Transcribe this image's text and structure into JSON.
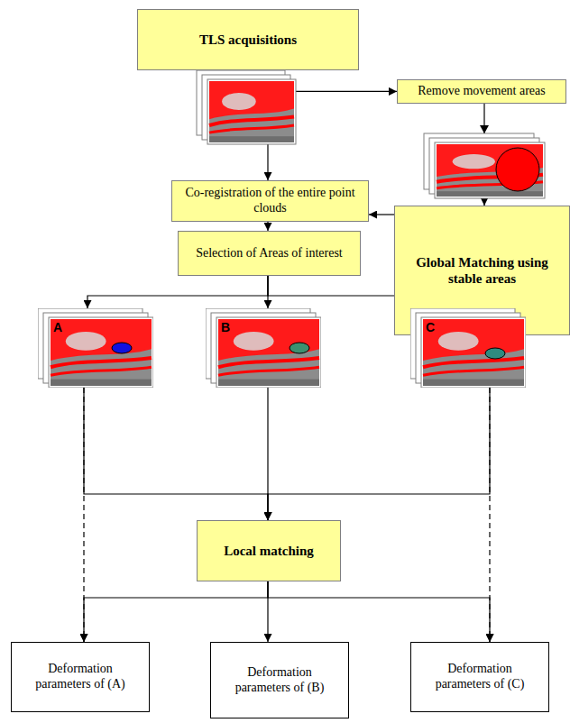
{
  "diagram": {
    "nodes": [
      {
        "text": [
          "TLS acquisitions"
        ]
      },
      {
        "text": [
          "Remove movement areas"
        ]
      },
      {
        "text": [
          "Global Matching using stable areas"
        ]
      },
      {
        "text": [
          "Co-registration of the entire point clouds"
        ]
      },
      {
        "text": [
          "Selection of Areas of interest"
        ]
      },
      {
        "text": [
          "A"
        ]
      },
      {
        "text": [
          "B"
        ]
      },
      {
        "text": [
          "C"
        ]
      },
      {
        "text": [
          "Local matching"
        ]
      },
      {
        "text": [
          "Deformation parameters of (A)"
        ]
      },
      {
        "text": [
          "Deformation parameters of (B)"
        ]
      },
      {
        "text": [
          "Deformation parameters of (C)"
        ]
      }
    ],
    "edges": [
      {
        "from": 0,
        "to": 1,
        "arrow": "to"
      },
      {
        "from": 1,
        "to": 2,
        "arrow": "to"
      },
      {
        "from": 0,
        "to": 3,
        "arrow": "to"
      },
      {
        "from": 2,
        "to": 3,
        "arrow": "to"
      },
      {
        "from": 3,
        "to": 4,
        "arrow": "to"
      },
      {
        "from": 4,
        "to": 5,
        "arrow": "to"
      },
      {
        "from": 4,
        "to": 6,
        "arrow": "to"
      },
      {
        "from": 4,
        "to": 7,
        "arrow": "to"
      },
      {
        "from": 5,
        "to": 8,
        "arrow": "to"
      },
      {
        "from": 6,
        "to": 8,
        "arrow": "to"
      },
      {
        "from": 7,
        "to": 8,
        "arrow": "to"
      },
      {
        "from": 8,
        "to": 9,
        "arrow": "to"
      },
      {
        "from": 8,
        "to": 10,
        "arrow": "to"
      },
      {
        "from": 8,
        "to": 11,
        "arrow": "to"
      },
      {
        "from": 5,
        "to": 9,
        "arrow": "to"
      },
      {
        "from": 7,
        "to": 11,
        "arrow": "to"
      }
    ]
  }
}
